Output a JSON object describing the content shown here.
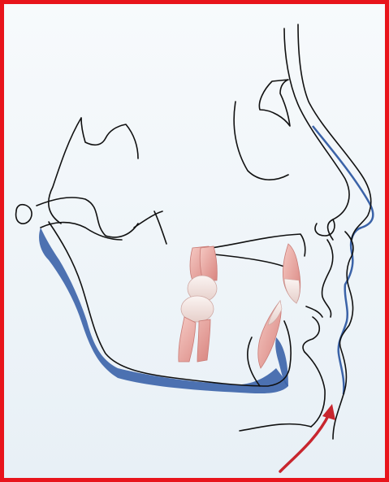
{
  "figure": {
    "border_color": "#e8141b",
    "background_color": "#eef4f8",
    "line_color": "#111111",
    "blue_shadow_color": "#3b63a8",
    "tooth_color": "#e9a6a0",
    "crown_color": "#f3e6e2",
    "arrow_color": "#c8262e",
    "icons": [
      "skull-outline",
      "mandible-shadow",
      "teeth",
      "soft-tissue-profile",
      "rotation-arrow"
    ]
  }
}
